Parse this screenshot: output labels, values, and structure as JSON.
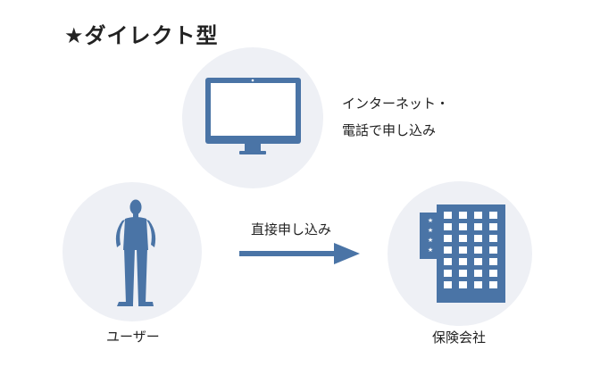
{
  "title": "★ダイレクト型",
  "internet_label_line1": "インターネット・",
  "internet_label_line2": "電話で申し込み",
  "arrow_label": "直接申し込み",
  "user_label": "ユーザー",
  "company_label": "保険会社",
  "colors": {
    "circle": "#eef0f5",
    "icon": "#4a74a6",
    "text": "#222222"
  },
  "icons": [
    "computer-monitor-icon",
    "person-icon",
    "office-building-icon",
    "right-arrow-icon"
  ]
}
